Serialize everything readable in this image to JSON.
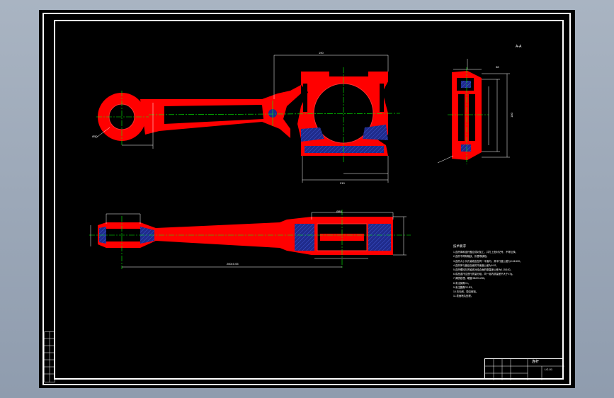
{
  "drawing": {
    "view_label": "A-A",
    "tech_requirements": {
      "title": "技术要求",
      "lines": [
        "1.连杆体和连杆盖应成对加工，并打上配对记号，不得互换。",
        "2.连杆不得有裂纹、折叠等缺陷。",
        "3.连杆大小头孔轴线应在同一平面内，其平行度公差为0.04/100。",
        "4.连杆体与盖结合面的平面度公差为0.02。",
        "5.连杆螺栓孔的轴线对结合面的垂直度公差为0.15/100。",
        "6.成品连杆应进行质量分组，同一组内质量差不大于±7g。",
        "7.调质处理，硬度HB223-280。",
        "8.未注倒角C1。",
        "9.未注圆角R2-R3。",
        "10.去毛刺，锐边倒钝。",
        "11.表面喷丸处理。"
      ]
    },
    "title_block": {
      "part_name": "连杆",
      "drawing_no": "LG-01"
    },
    "dims": {
      "top_span": "190",
      "bottom_span": "210",
      "length": "260±0.05",
      "small_end_dia": "Ø50",
      "big_end_width": "Ø80",
      "side_height": "180",
      "side_width": "38"
    }
  },
  "colors": {
    "part_fill": "#ff0000",
    "hatch": "#1f2b8c",
    "centerline": "#00ff00",
    "dim_line": "#ffffff",
    "sheet_bg": "#000000",
    "window_bg": "#9aa6b5"
  }
}
